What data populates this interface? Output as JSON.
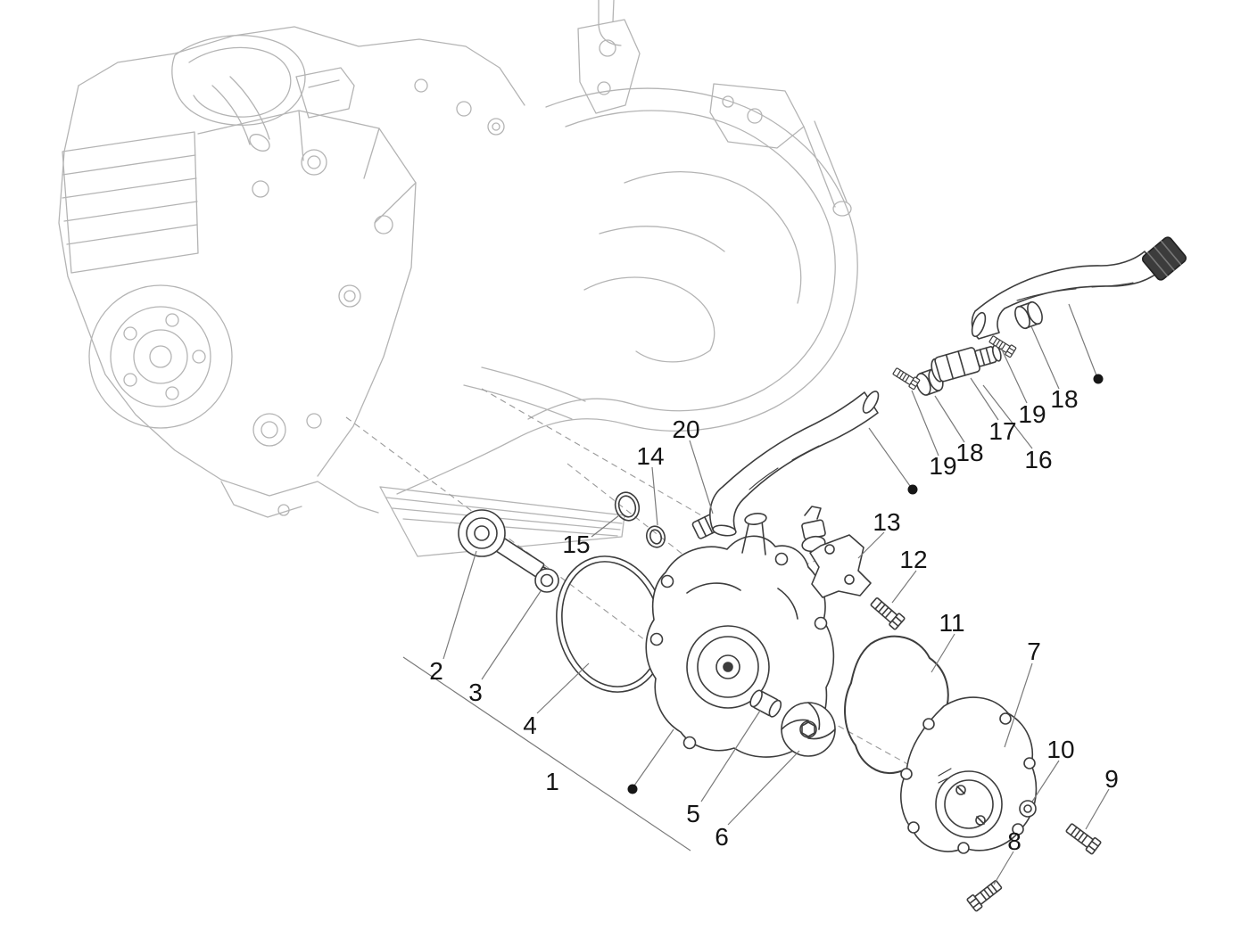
{
  "colors": {
    "background": "#ffffff",
    "engine_line": "#b4b4b4",
    "part_line": "#3d3d3d",
    "leader_line": "#7a7a7a",
    "callout_text": "#141414"
  },
  "diagram": {
    "callouts": [
      {
        "label": "20"
      },
      {
        "label": "14"
      },
      {
        "label": "15"
      },
      {
        "label": "2"
      },
      {
        "label": "3"
      },
      {
        "label": "4"
      },
      {
        "label": "1"
      },
      {
        "label": "5"
      },
      {
        "label": "6"
      },
      {
        "label": "11"
      },
      {
        "label": "12"
      },
      {
        "label": "13"
      },
      {
        "label": "7"
      },
      {
        "label": "10"
      },
      {
        "label": "9"
      },
      {
        "label": "8"
      },
      {
        "label": "16"
      },
      {
        "label": "17"
      },
      {
        "label": "19"
      },
      {
        "label": "18"
      },
      {
        "label": "19"
      },
      {
        "label": "18"
      }
    ]
  }
}
